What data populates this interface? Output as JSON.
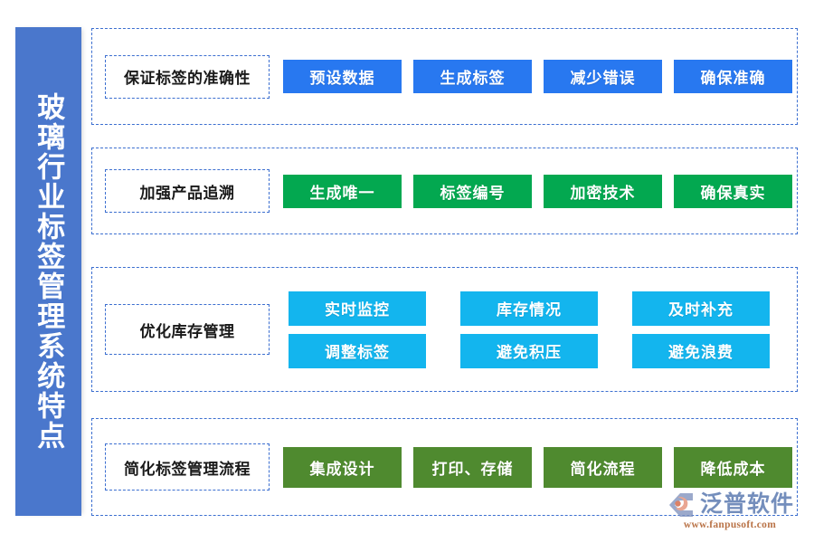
{
  "sidebar": {
    "title": "玻璃行业标签管理系统特点",
    "background_color": "#4a77cc",
    "text_color": "#ffffff"
  },
  "rows": [
    {
      "label": "保证标签的准确性",
      "chip_color": "#2878f0",
      "layout": "single",
      "chips": [
        "预设数据",
        "生成标签",
        "减少错误",
        "确保准确"
      ]
    },
    {
      "label": "加强产品追溯",
      "chip_color": "#03a850",
      "layout": "single",
      "chips": [
        "生成唯一",
        "标签编号",
        "加密技术",
        "确保真实"
      ]
    },
    {
      "label": "优化库存管理",
      "chip_color": "#13b5ee",
      "layout": "grid2",
      "chip_lines": [
        [
          "实时监控",
          "库存情况",
          "及时补充"
        ],
        [
          "调整标签",
          "避免积压",
          "避免浪费"
        ]
      ]
    },
    {
      "label": "简化标签管理流程",
      "chip_color": "#4f8a2f",
      "layout": "single",
      "chips": [
        "集成设计",
        "打印、存储",
        "简化流程",
        "降低成本"
      ]
    }
  ],
  "logo": {
    "name": "泛普软件",
    "url": "www.fanpusoft.com",
    "word_color": "#6a86b8",
    "url_color": "#b4693a",
    "mark_color": "#e8a08a"
  },
  "theme": {
    "page_background": "#ffffff",
    "dashed_border_color": "#3c6fd0",
    "label_text_color": "#1a1a1a"
  }
}
